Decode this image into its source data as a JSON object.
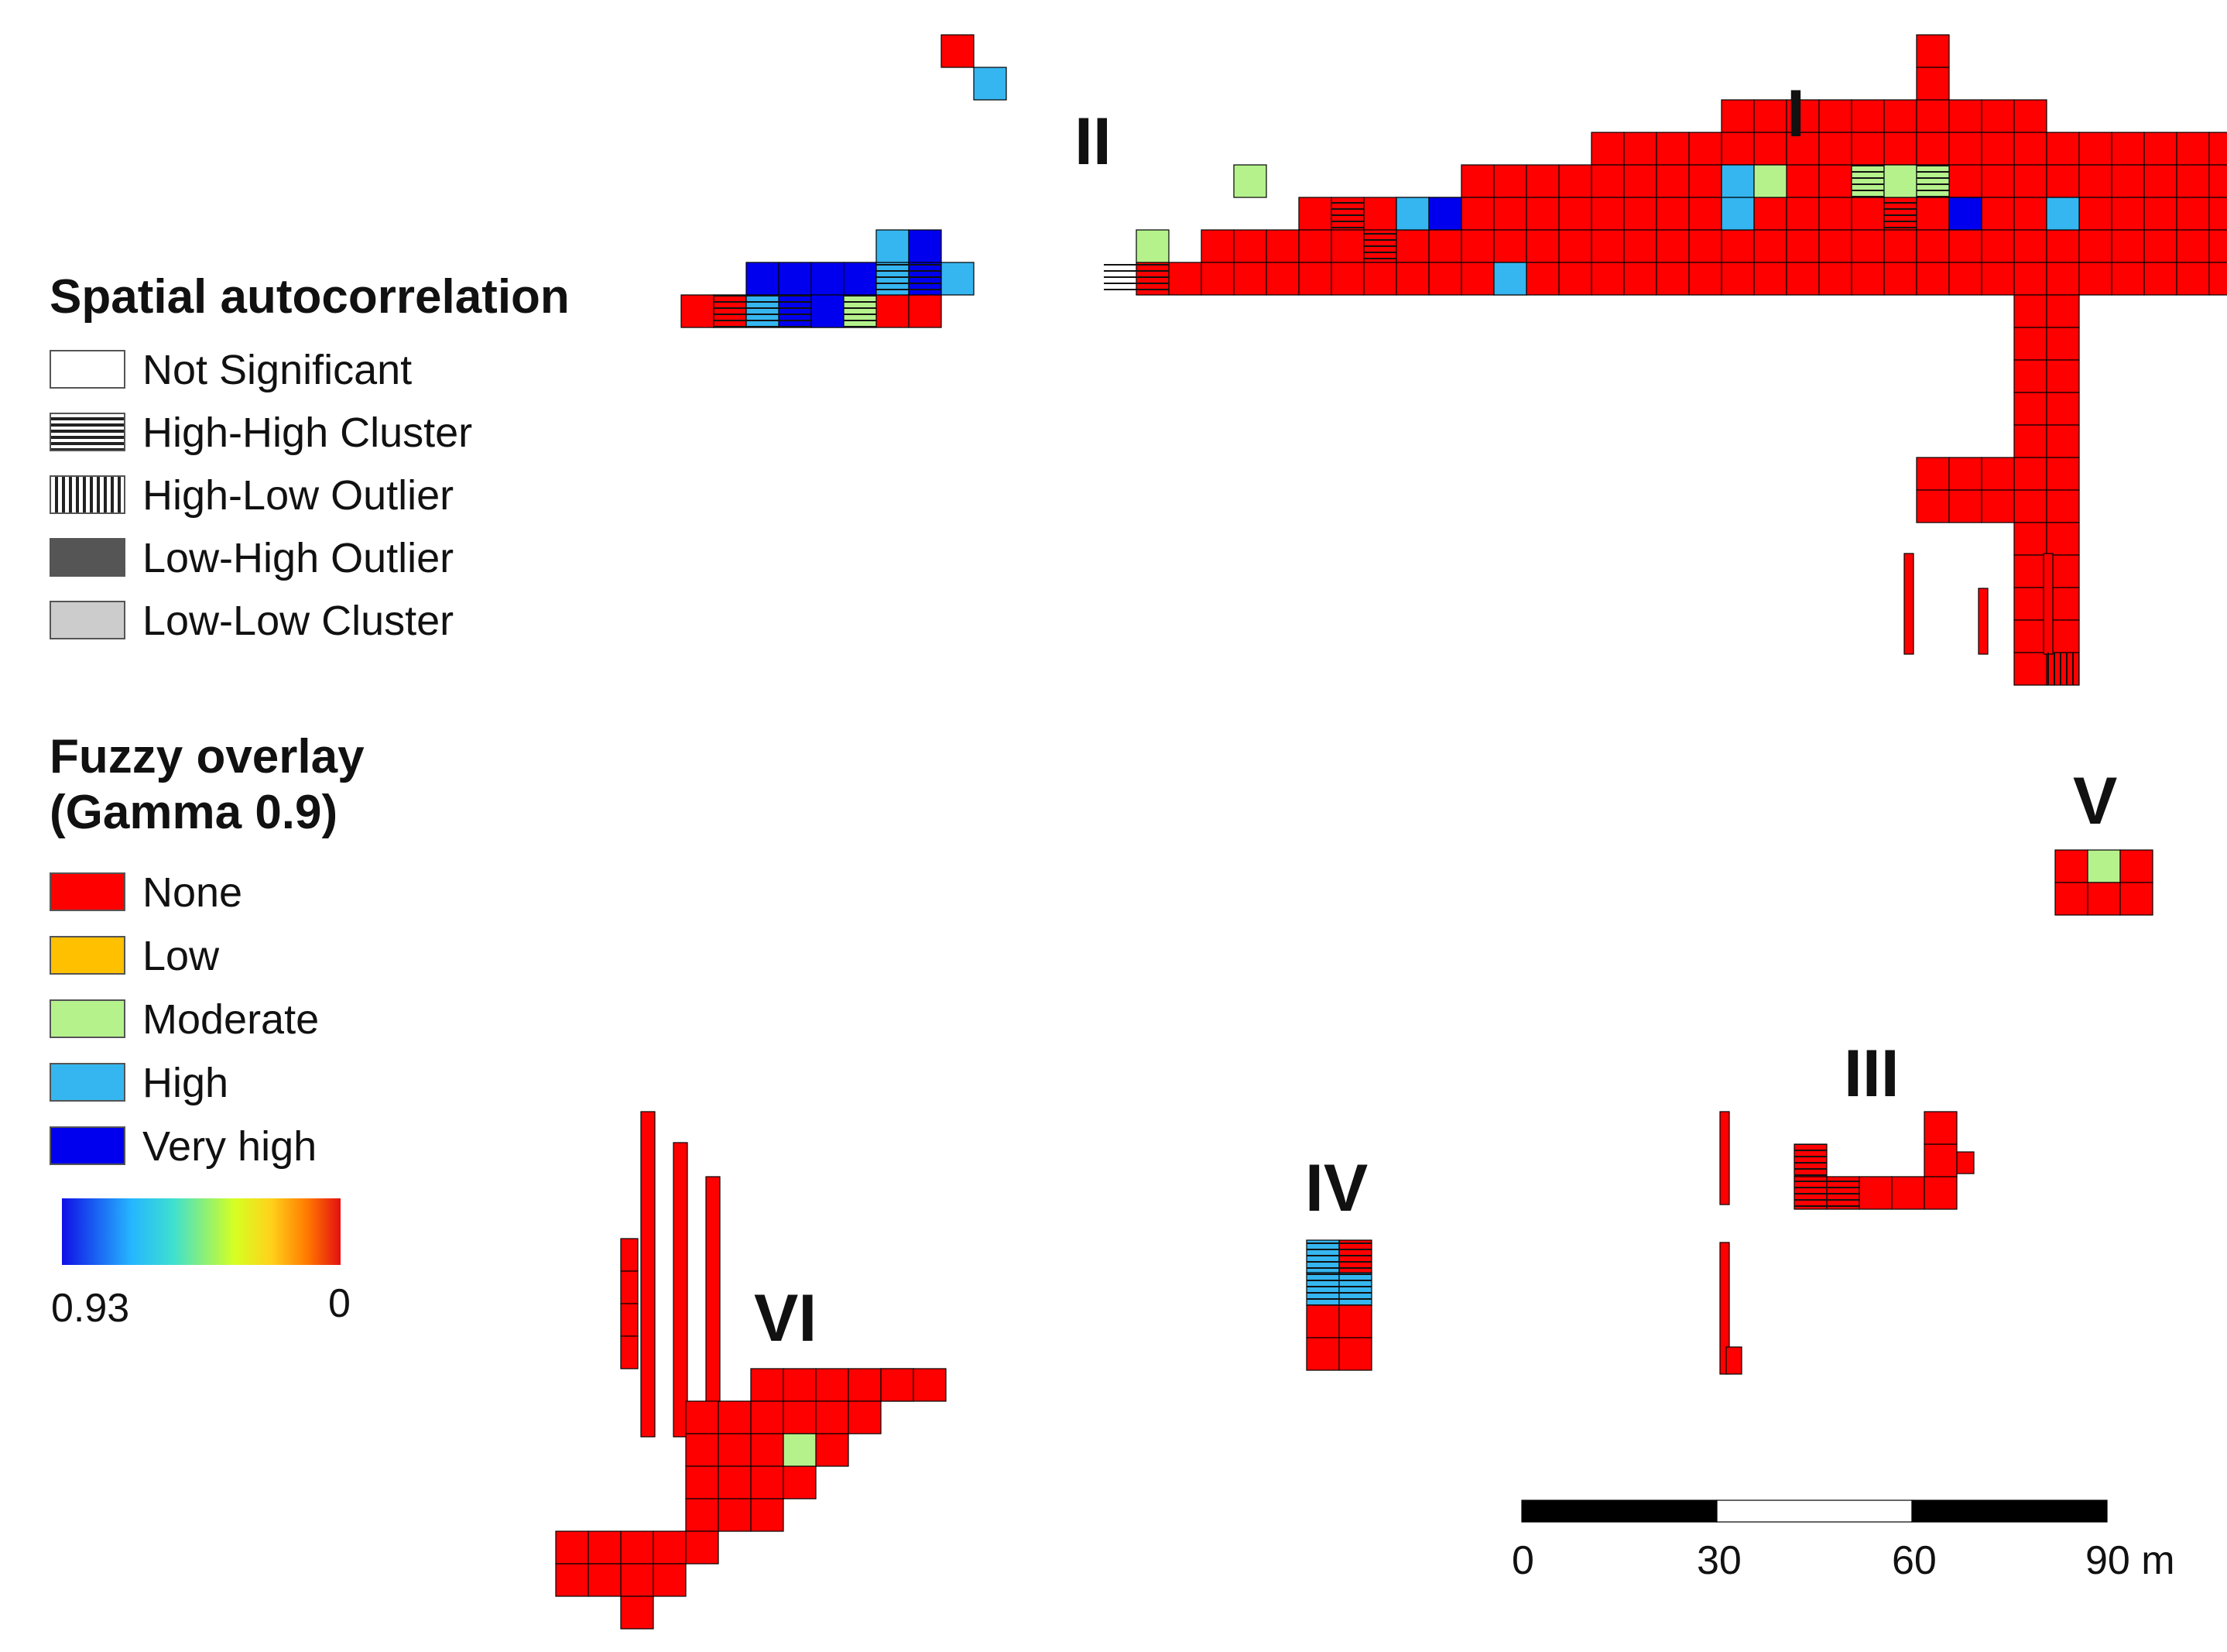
{
  "legend": {
    "spatial_title": "Spatial autocorrelation",
    "spatial_items": [
      {
        "label": "Not Significant",
        "pattern": "none"
      },
      {
        "label": "High-High Cluster",
        "pattern": "horizontal-lines"
      },
      {
        "label": "High-Low Outlier",
        "pattern": "vertical-lines"
      },
      {
        "label": "Low-High Outlier",
        "pattern": "dark-gray"
      },
      {
        "label": "Low-Low Cluster",
        "pattern": "light-gray"
      }
    ],
    "fuzzy_title": "Fuzzy overlay\n(Gamma 0.9)",
    "fuzzy_items": [
      {
        "label": "None",
        "color": "#ff0000"
      },
      {
        "label": "Low",
        "color": "#ffc000"
      },
      {
        "label": "Moderate",
        "color": "#b5f28c"
      },
      {
        "label": "High",
        "color": "#35b6f0"
      },
      {
        "label": "Very high",
        "color": "#0000ee"
      }
    ],
    "ramp_min_label": "0.93",
    "ramp_max_label": "0"
  },
  "zones": {
    "I": "I",
    "II": "II",
    "III": "III",
    "IV": "IV",
    "V": "V",
    "VI": "VI"
  },
  "scale_bar": {
    "labels": [
      "0",
      "30",
      "60",
      "90 m"
    ]
  }
}
